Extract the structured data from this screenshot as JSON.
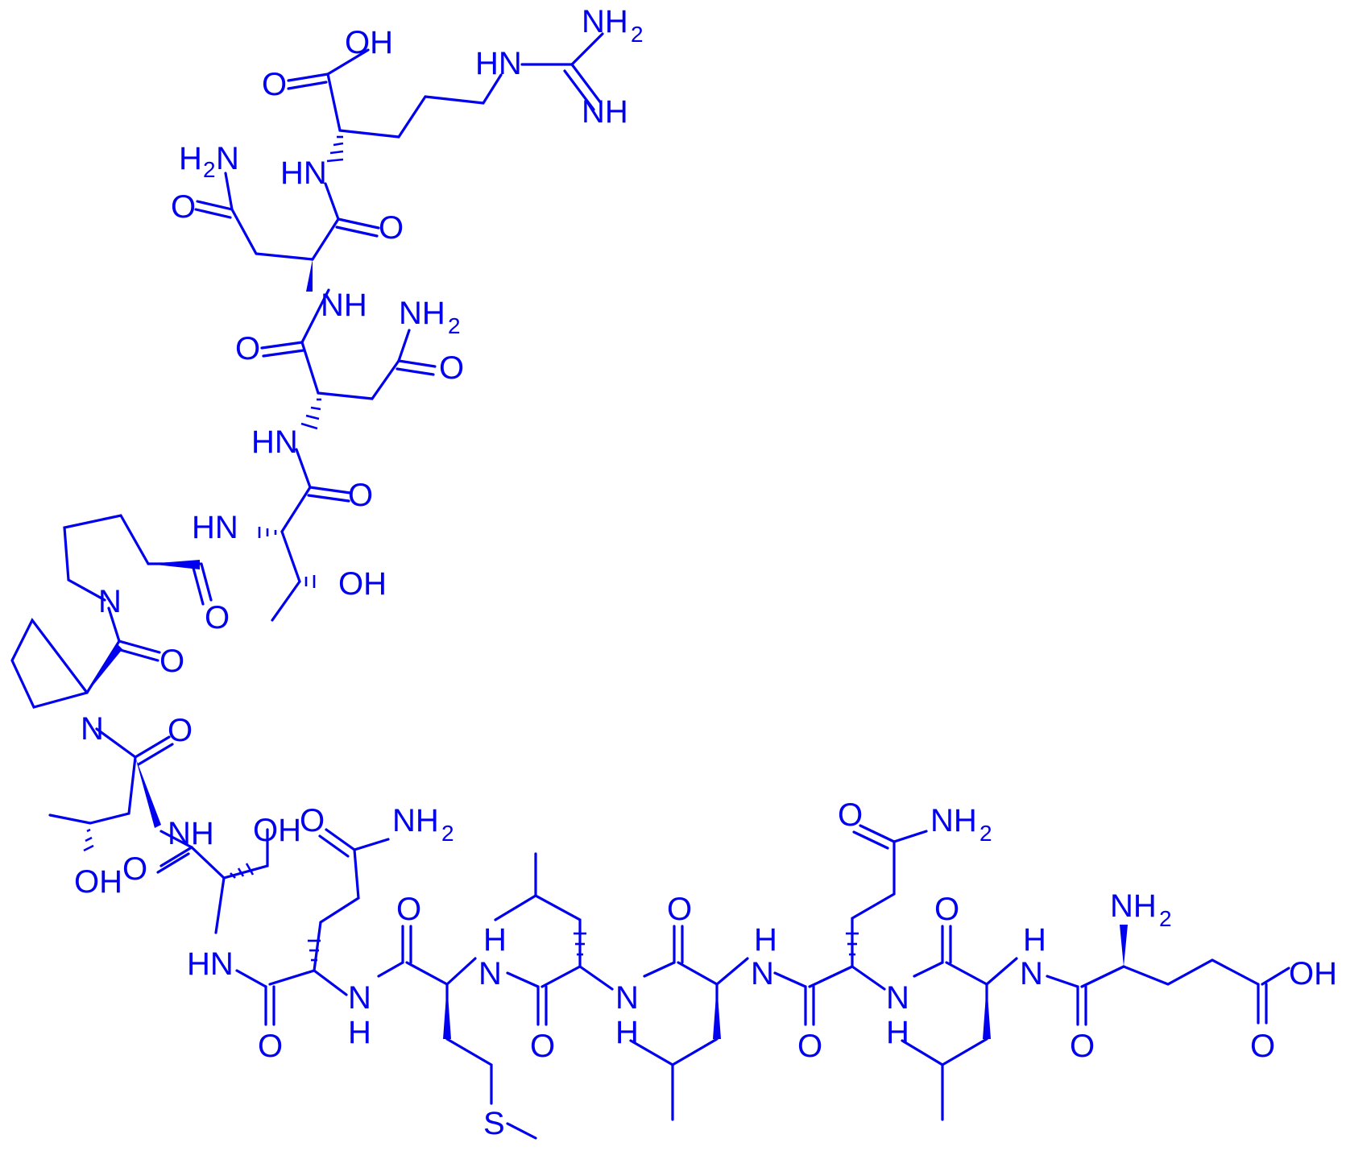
{
  "colors": {
    "structure": "#0000ee",
    "background": "#ffffff"
  },
  "labels": {
    "OH": "OH",
    "O": "O",
    "HN": "HN",
    "NH": "NH",
    "H2N": "H2N",
    "NH2": "NH2",
    "N": "N",
    "H": "H",
    "S": "S",
    "H_sub": "H",
    "two_sub": "2"
  }
}
